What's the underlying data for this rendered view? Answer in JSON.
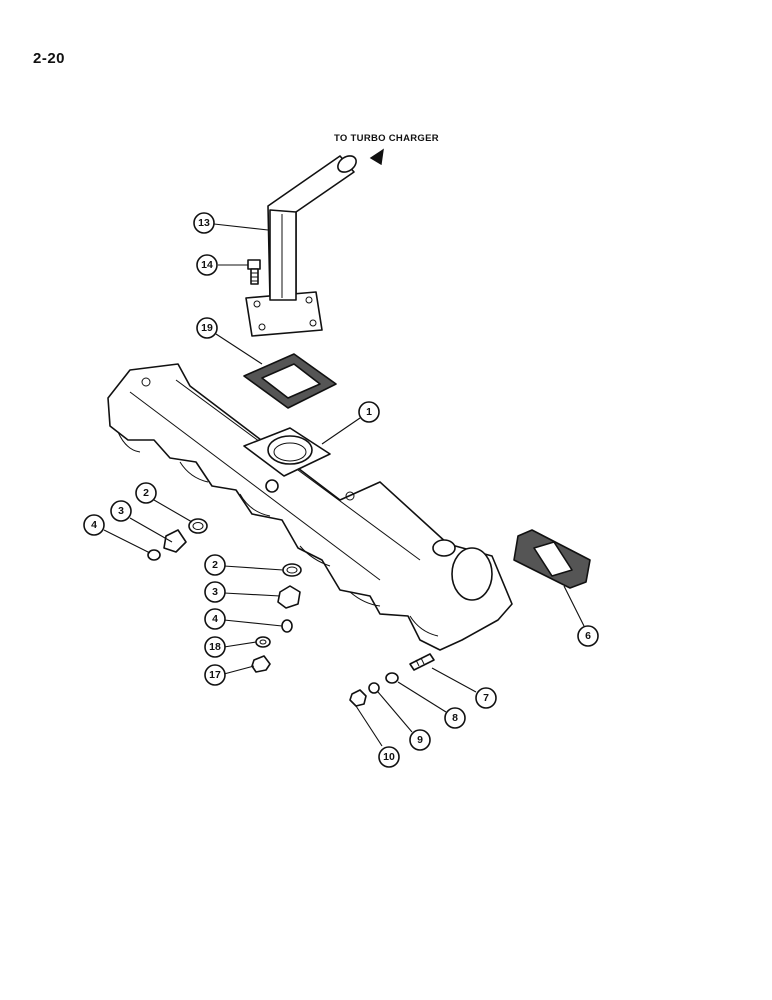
{
  "page": {
    "number": "2-20"
  },
  "caption": "TO TURBO CHARGER",
  "callouts": [
    {
      "id": "c13",
      "label": "13"
    },
    {
      "id": "c14",
      "label": "14"
    },
    {
      "id": "c19",
      "label": "19"
    },
    {
      "id": "c1",
      "label": "1"
    },
    {
      "id": "c2a",
      "label": "2"
    },
    {
      "id": "c3a",
      "label": "3"
    },
    {
      "id": "c4a",
      "label": "4"
    },
    {
      "id": "c2b",
      "label": "2"
    },
    {
      "id": "c3b",
      "label": "3"
    },
    {
      "id": "c4b",
      "label": "4"
    },
    {
      "id": "c18",
      "label": "18"
    },
    {
      "id": "c17",
      "label": "17"
    },
    {
      "id": "c6",
      "label": "6"
    },
    {
      "id": "c7",
      "label": "7"
    },
    {
      "id": "c8",
      "label": "8"
    },
    {
      "id": "c9",
      "label": "9"
    },
    {
      "id": "c10",
      "label": "10"
    }
  ]
}
